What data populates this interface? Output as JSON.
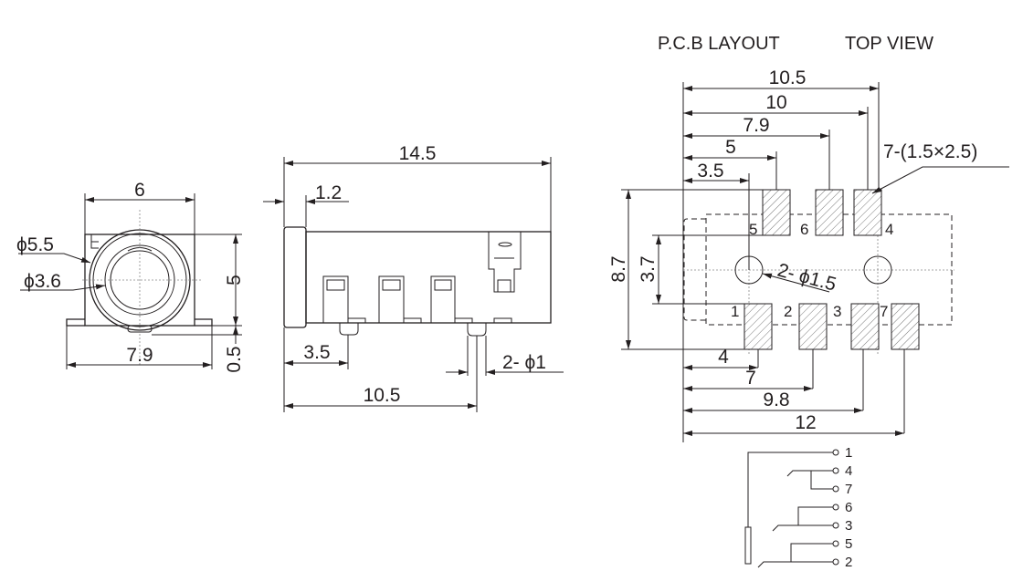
{
  "front_view": {
    "width": "6",
    "height": "5",
    "base_width": "7.9",
    "standoff": "0.5",
    "outer_dia": "ϕ5.5",
    "inner_dia": "ϕ3.6"
  },
  "side_view": {
    "length": "14.5",
    "flange": "1.2",
    "peg1_pos": "3.5",
    "peg2_pos": "10.5",
    "peg_dia": "2- ϕ1"
  },
  "pcb_layout": {
    "title": "P.C.B LAYOUT",
    "subtitle": "TOP VIEW",
    "dims_top": [
      "10.5",
      "10",
      "7.9",
      "5",
      "3.5"
    ],
    "pad_note": "7-(1.5×2.5)",
    "height_total": "8.7",
    "height_inner": "3.7",
    "hole_note": "2- ϕ1.5",
    "dims_bottom": [
      "4",
      "7",
      "9.8",
      "12"
    ],
    "pad_labels_top": [
      "5",
      "6",
      "4"
    ],
    "pad_labels_bottom": [
      "1",
      "2",
      "3",
      "7"
    ]
  },
  "schematic": {
    "pins": [
      "1",
      "4",
      "7",
      "6",
      "3",
      "5",
      "2"
    ]
  }
}
